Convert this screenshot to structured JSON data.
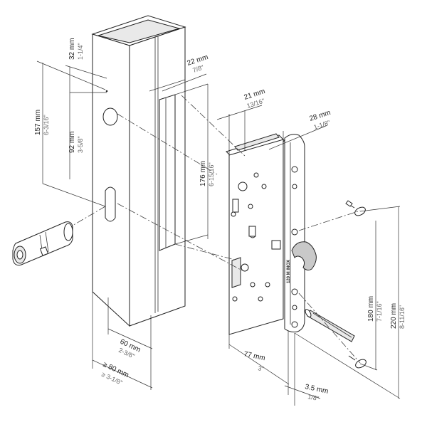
{
  "dimensions": {
    "post_top_depth": {
      "mm": "32 mm",
      "inch": "1-1/4\""
    },
    "cylinder_height": {
      "mm": "157 mm",
      "inch": "6-3/16\""
    },
    "hole_spacing": {
      "mm": "92 mm",
      "inch": "3-5/8\""
    },
    "slot_width": {
      "mm": "22 mm",
      "inch": "7/8\""
    },
    "slot_length": {
      "mm": "176 mm",
      "inch": "6-15/16\""
    },
    "case_depth": {
      "mm": "21 mm",
      "inch": "13/16\""
    },
    "faceplate_width": {
      "mm": "28 mm",
      "inch": "1-1/8\""
    },
    "post_width": {
      "mm": "60 mm",
      "inch": "2-3/8\""
    },
    "post_min_width": {
      "mm": "≥ 80 mm",
      "inch": "≥ 3-1/8\""
    },
    "backset": {
      "mm": "77 mm",
      "inch": "3\""
    },
    "faceplate_thickness": {
      "mm": "3.5 mm",
      "inch": "1/8\""
    },
    "screw_spacing": {
      "mm": "180 mm",
      "inch": "7-1/16\""
    },
    "faceplate_length": {
      "mm": "220 mm",
      "inch": "8-11/16\""
    }
  },
  "lock_label": "120 M INOX",
  "icons": [
    "cylinder-icon",
    "lock-body-icon",
    "screw-icon",
    "bolt-icon",
    "post-icon"
  ]
}
